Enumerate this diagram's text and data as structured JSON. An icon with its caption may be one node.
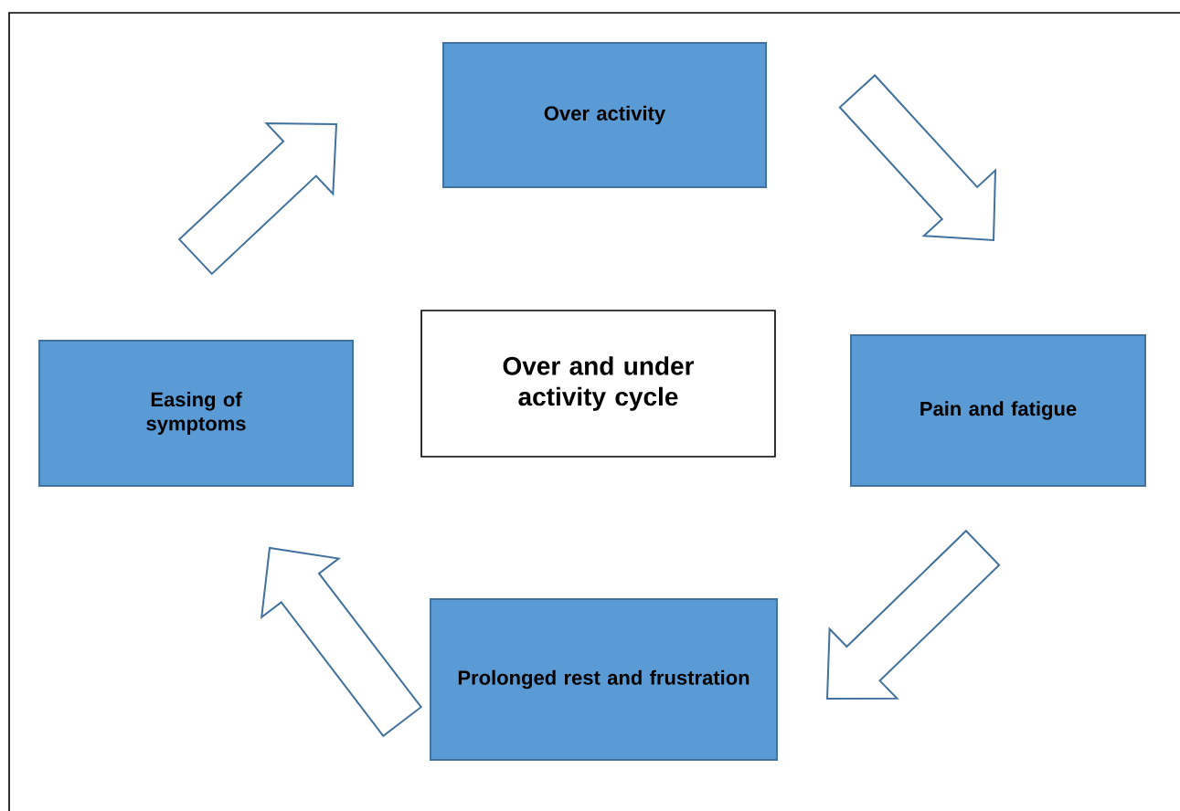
{
  "diagram": {
    "nodes": [
      {
        "text": [
          "Over activity"
        ]
      },
      {
        "text": [
          "Pain and fatigue"
        ]
      },
      {
        "text": [
          "Prolonged rest and frustration"
        ]
      },
      {
        "text": [
          "Easing of symptoms"
        ]
      },
      {
        "text": [
          "Over and under activity cycle"
        ]
      }
    ],
    "edges": [
      {
        "from": 0,
        "to": 1,
        "arrow": "to"
      },
      {
        "from": 1,
        "to": 2,
        "arrow": "to"
      },
      {
        "from": 2,
        "to": 3,
        "arrow": "to"
      },
      {
        "from": 3,
        "to": 0,
        "arrow": "to"
      }
    ]
  }
}
